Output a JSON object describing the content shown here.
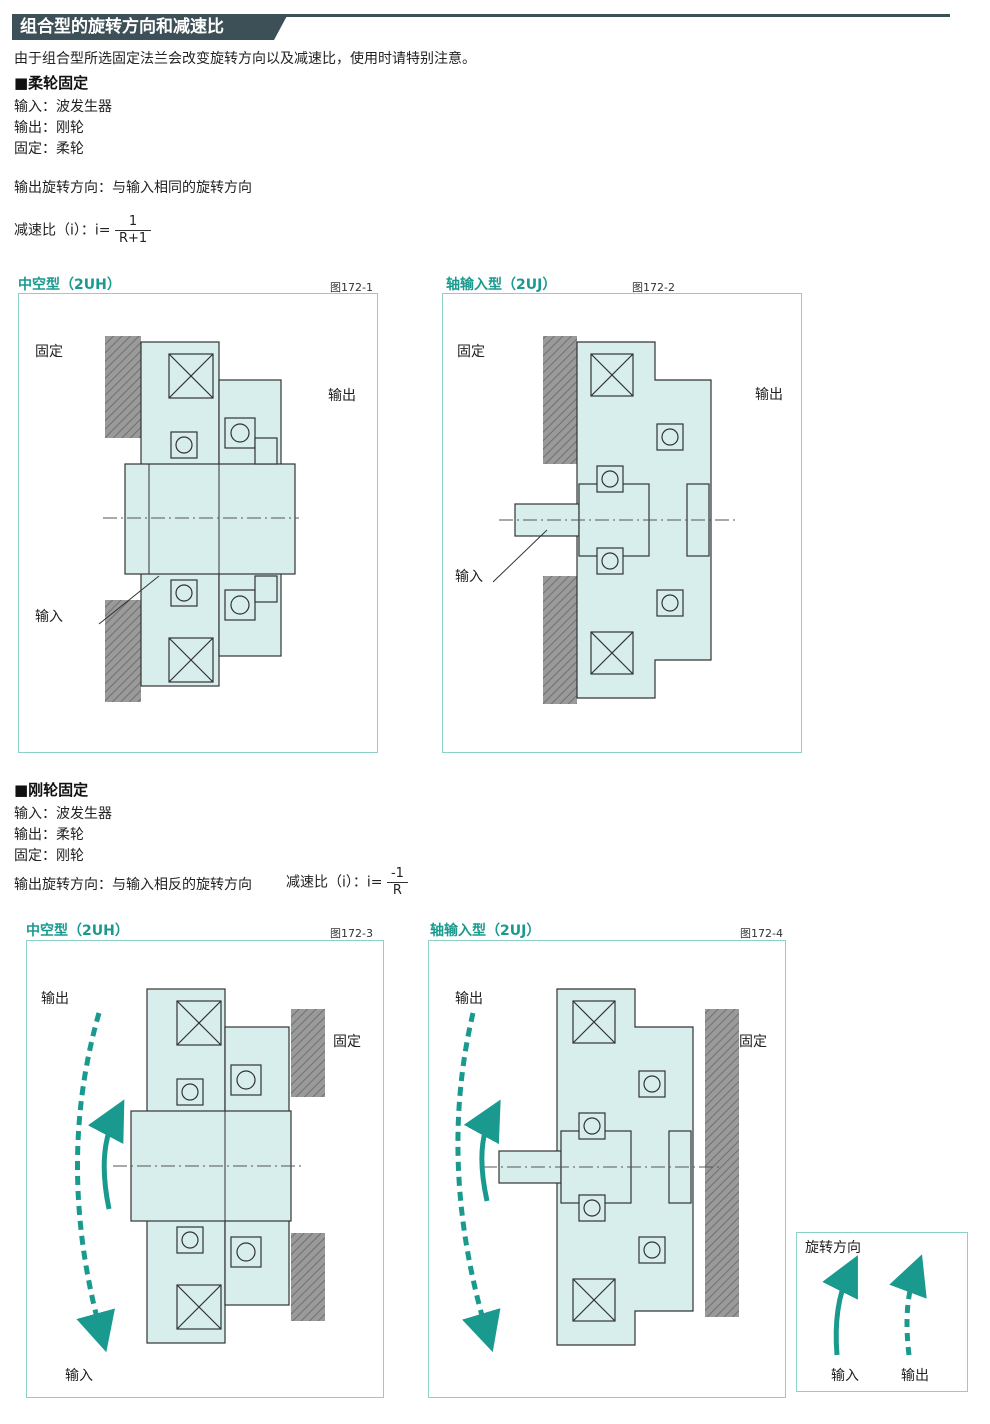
{
  "header": {
    "title": "组合型的旋转方向和减速比"
  },
  "intro": "由于组合型所选固定法兰会改变旋转方向以及减速比，使用时请特别注意。",
  "flexspline_fixed": {
    "heading": "■柔轮固定",
    "input": "输入：波发生器",
    "output": "输出：刚轮",
    "fixed": "固定：柔轮",
    "direction": "输出旋转方向：与输入相同的旋转方向",
    "ratio_label": "减速比（i）：i=",
    "ratio_num": "1",
    "ratio_den": "R+1"
  },
  "circular_fixed": {
    "heading": "■刚轮固定",
    "input": "输入：波发生器",
    "output": "输出：柔轮",
    "fixed": "固定：刚轮",
    "direction": "输出旋转方向：与输入相反的旋转方向",
    "ratio_label": "减速比（i）：i=",
    "ratio_num": "-1",
    "ratio_den": "R"
  },
  "figures": [
    {
      "title": "中空型（2UH）",
      "num": "图172-1",
      "fixed": "固定",
      "output": "输出",
      "input": "输入"
    },
    {
      "title": "轴输入型（2UJ）",
      "num": "图172-2",
      "fixed": "固定",
      "output": "输出",
      "input": "输入"
    },
    {
      "title": "中空型（2UH）",
      "num": "图172-3",
      "fixed": "固定",
      "output": "输出",
      "input": "输入"
    },
    {
      "title": "轴输入型（2UJ）",
      "num": "图172-4",
      "fixed": "固定",
      "output": "输出",
      "input": "输入"
    }
  ],
  "legend": {
    "title": "旋转方向",
    "input": "输入",
    "output": "输出"
  },
  "colors": {
    "header": "#3d4f57",
    "accent": "#1a9a8f",
    "panel_border": "#8ed0c8",
    "part_fill": "#d8eeec",
    "wall": "#8c8c8c"
  }
}
